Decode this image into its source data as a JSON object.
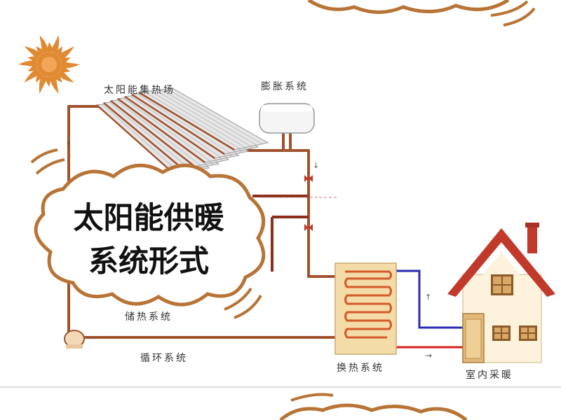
{
  "title_line1": "太阳能供暖",
  "title_line2": "系统形式",
  "labels": {
    "collector": "太阳能集热场",
    "expansion": "膨胀系统",
    "storage": "储热系统",
    "circulation": "循环系统",
    "heat_exchange": "换热系统",
    "indoor_heating": "室内采暖"
  },
  "icons": [
    "sun-icon",
    "house-icon",
    "pump-icon",
    "expansion-tank-icon",
    "heat-exchanger-icon",
    "valve-icon",
    "flow-arrow-icon"
  ],
  "colors": {
    "pipe": "#a0522d",
    "cloud_stroke": "#b87436",
    "sun": "#e08a32",
    "hot_line": "#d42020",
    "cold_line": "#2a2ab0",
    "roof": "#c0392b",
    "exchanger": "#f4dca8"
  }
}
